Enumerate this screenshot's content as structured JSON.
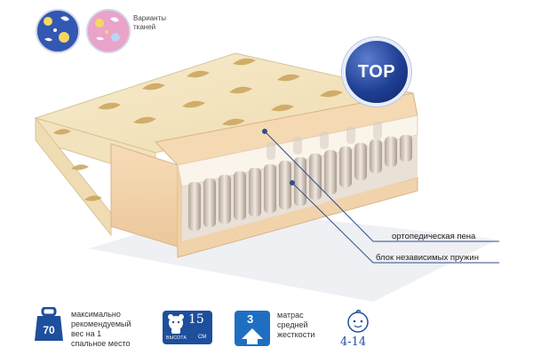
{
  "fabrics": {
    "label_line1": "Варианты",
    "label_line2": "тканей",
    "swatch_colors": [
      "#2b4fa8",
      "#e79ac4"
    ]
  },
  "badge": {
    "text": "TOP"
  },
  "callouts": {
    "foam": "ортопедическая пена",
    "springs": "блок независимых пружин"
  },
  "features": {
    "weight": {
      "value": "70",
      "line1": "максимально",
      "line2": "рекомендуемый",
      "line3": "вес на 1",
      "line4": "спальное место"
    },
    "height": {
      "value": "15",
      "label": "ВЫСОТА",
      "unit": "СМ"
    },
    "firmness": {
      "value": "3",
      "line1": "матрас",
      "line2": "средней",
      "line3": "жесткости"
    },
    "age": {
      "value": "4-14"
    }
  },
  "colors": {
    "brand_blue": "#1e4f9c",
    "foam": "#f3d7b0",
    "cover": "#f5e7c4"
  }
}
